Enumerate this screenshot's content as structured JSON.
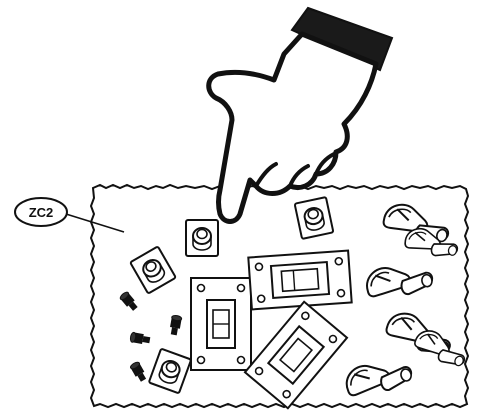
{
  "callout": {
    "label": "ZC2"
  },
  "parts": {
    "square_nut_plates": 4,
    "rectangular_mounting_brackets": 3,
    "pivot_clips": 6,
    "screws": 4
  },
  "colors": {
    "stroke": "#111111",
    "fill": "#ffffff",
    "hand_cuff": "#1a1a1a"
  }
}
